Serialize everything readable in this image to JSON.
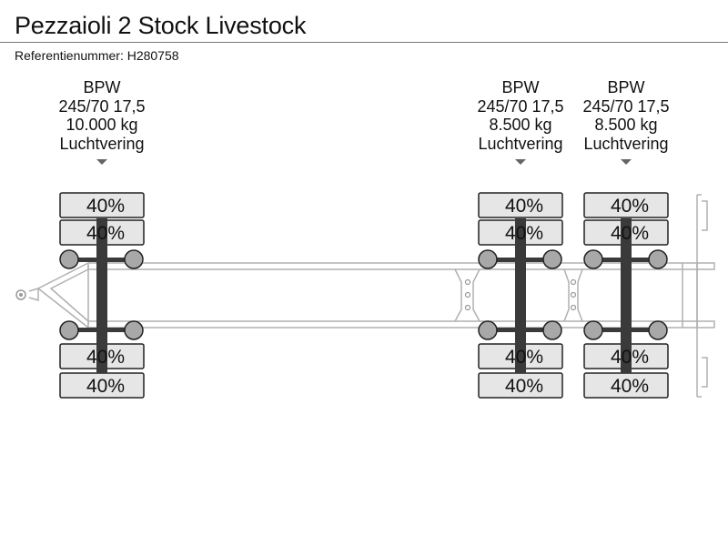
{
  "header": {
    "title": "Pezzaioli 2 Stock Livestock",
    "reference": "Referentienummer: H280758"
  },
  "axles": [
    {
      "brand": "BPW",
      "tire_size": "245/70 17,5",
      "load": "10.000 kg",
      "suspension": "Luchtvering",
      "tires": [
        "40%",
        "40%",
        "40%",
        "40%"
      ]
    },
    {
      "brand": "BPW",
      "tire_size": "245/70 17,5",
      "load": "8.500 kg",
      "suspension": "Luchtvering",
      "tires": [
        "40%",
        "40%",
        "40%",
        "40%"
      ]
    },
    {
      "brand": "BPW",
      "tire_size": "245/70 17,5",
      "load": "8.500 kg",
      "suspension": "Luchtvering",
      "tires": [
        "40%",
        "40%",
        "40%",
        "40%"
      ]
    }
  ],
  "colors": {
    "tire_fill": "#e6e6e6",
    "axle_bar": "#3a3a3a",
    "hub_fill": "#a8a8a8",
    "frame_line": "#b0b0b0"
  }
}
